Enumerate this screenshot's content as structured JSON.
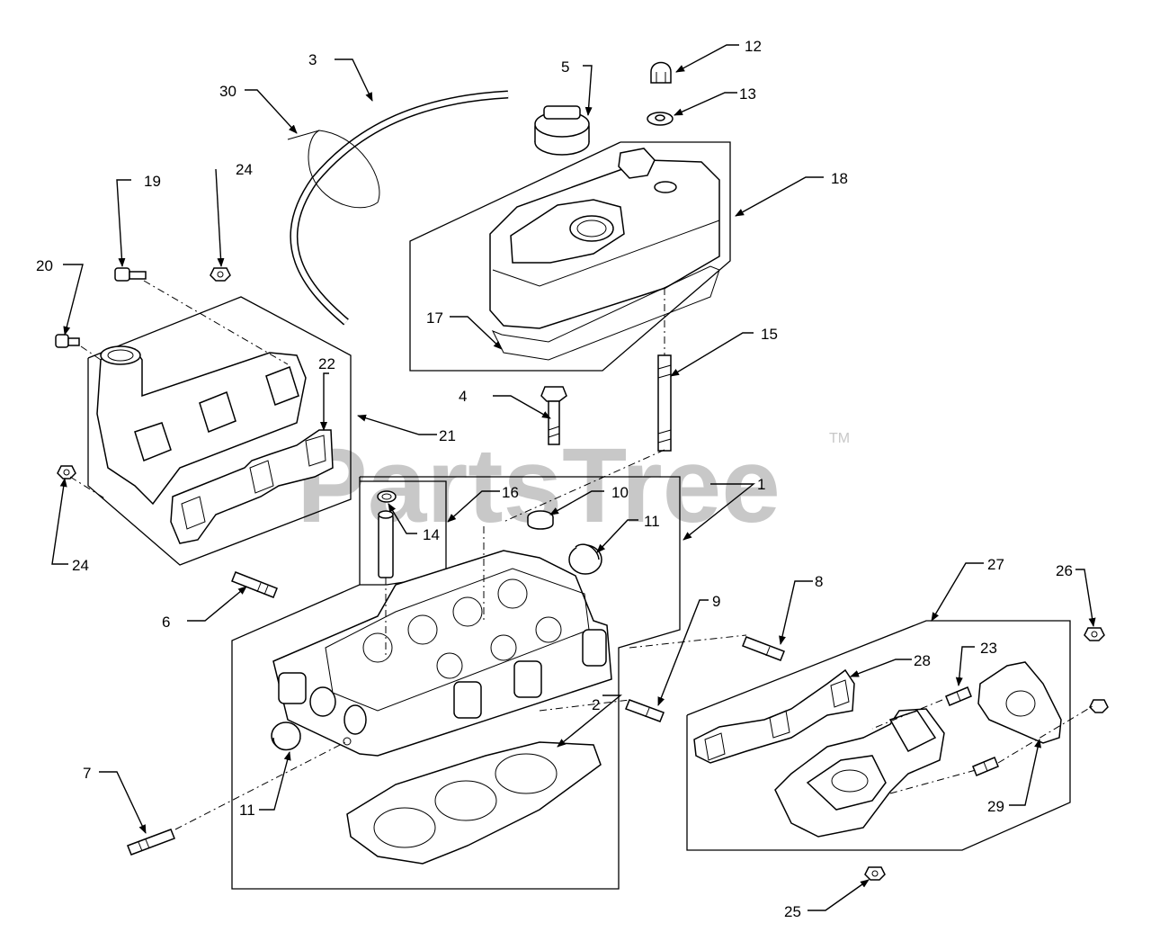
{
  "watermark": {
    "text": "PartsTree",
    "trademark": "TM"
  },
  "callouts": {
    "c1": "1",
    "c2": "2",
    "c3": "3",
    "c4": "4",
    "c5": "5",
    "c6": "6",
    "c7": "7",
    "c8": "8",
    "c9": "9",
    "c10": "10",
    "c11a": "11",
    "c11b": "11",
    "c12": "12",
    "c13": "13",
    "c14": "14",
    "c15": "15",
    "c16": "16",
    "c17": "17",
    "c18": "18",
    "c19": "19",
    "c20": "20",
    "c21": "21",
    "c22": "22",
    "c23": "23",
    "c24a": "24",
    "c24b": "24",
    "c25": "25",
    "c26": "26",
    "c27": "27",
    "c28": "28",
    "c29": "29",
    "c30": "30"
  },
  "colors": {
    "line": "#000000",
    "background": "#ffffff",
    "watermark": "#c8c8c8"
  }
}
